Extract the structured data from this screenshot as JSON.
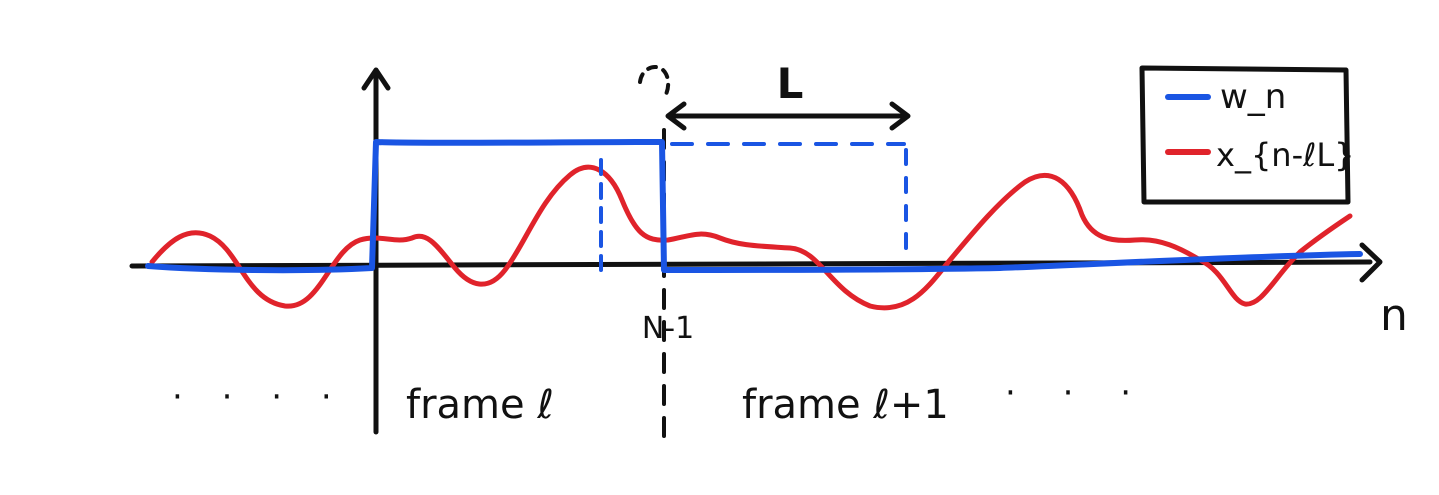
{
  "legend": {
    "window_label": "w_n",
    "signal_label": "x_{n-ℓL}",
    "window_color": "#1a55e3",
    "signal_color": "#e0232b"
  },
  "axis": {
    "x_label": "n",
    "tick_label": "N-1",
    "hop_label": "L"
  },
  "annotations": {
    "left_dots": "· · · ·",
    "frame_l": "frame ℓ",
    "frame_l1": "frame ℓ+1",
    "right_dots": "· · ·"
  },
  "colors": {
    "ink": "#111111"
  }
}
